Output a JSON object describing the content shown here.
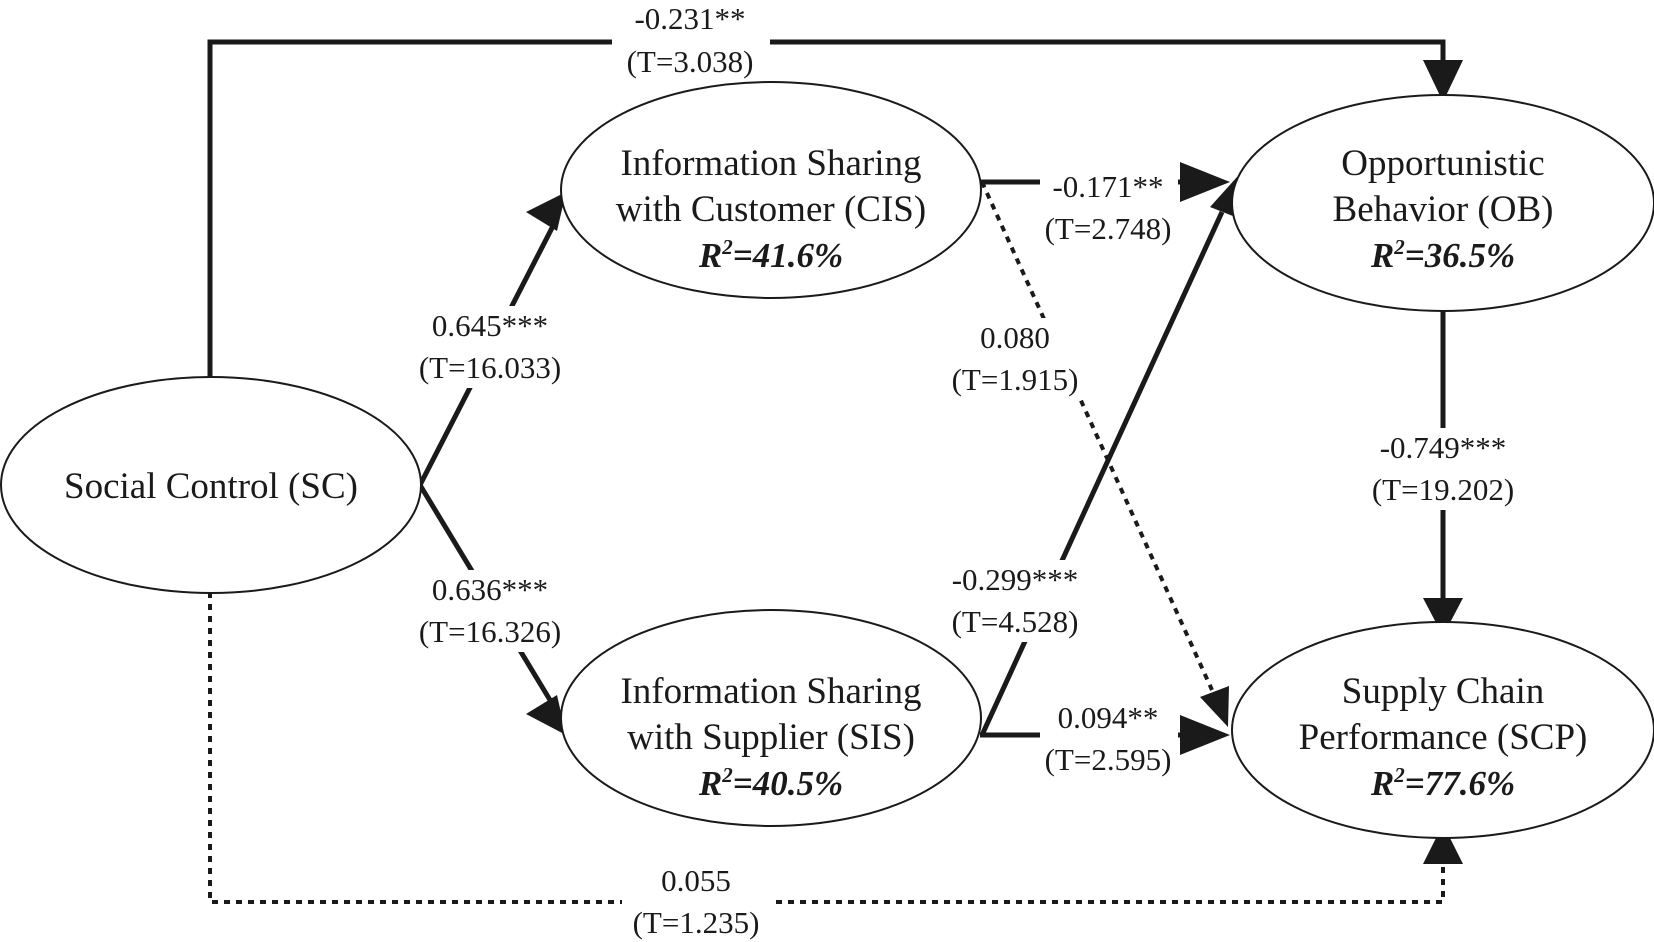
{
  "nodes": {
    "sc": {
      "line1": "Social Control (SC)"
    },
    "cis": {
      "line1": "Information Sharing",
      "line2": "with Customer (CIS)",
      "r2_prefix": "R",
      "r2_sup": "2",
      "r2_value": "=41.6%"
    },
    "sis": {
      "line1": "Information Sharing",
      "line2": "with Supplier (SIS)",
      "r2_prefix": "R",
      "r2_sup": "2",
      "r2_value": "=40.5%"
    },
    "ob": {
      "line1": "Opportunistic",
      "line2": "Behavior (OB)",
      "r2_prefix": "R",
      "r2_sup": "2",
      "r2_value": "=36.5%"
    },
    "scp": {
      "line1": "Supply Chain",
      "line2": "Performance (SCP)",
      "r2_prefix": "R",
      "r2_sup": "2",
      "r2_value": "=77.6%"
    }
  },
  "paths": {
    "sc_ob": {
      "coef": "-0.231**",
      "t": "(T=3.038)",
      "significant": true
    },
    "sc_cis": {
      "coef": "0.645***",
      "t": "(T=16.033)",
      "significant": true
    },
    "sc_sis": {
      "coef": "0.636***",
      "t": "(T=16.326)",
      "significant": true
    },
    "cis_ob": {
      "coef": "-0.171**",
      "t": "(T=2.748)",
      "significant": true
    },
    "cis_scp": {
      "coef": "0.080",
      "t": "(T=1.915)",
      "significant": false
    },
    "sis_ob": {
      "coef": "-0.299***",
      "t": "(T=4.528)",
      "significant": true
    },
    "sis_scp": {
      "coef": "0.094**",
      "t": "(T=2.595)",
      "significant": true
    },
    "ob_scp": {
      "coef": "-0.749***",
      "t": "(T=19.202)",
      "significant": true
    },
    "sc_scp": {
      "coef": "0.055",
      "t": "(T=1.235)",
      "significant": false
    }
  }
}
